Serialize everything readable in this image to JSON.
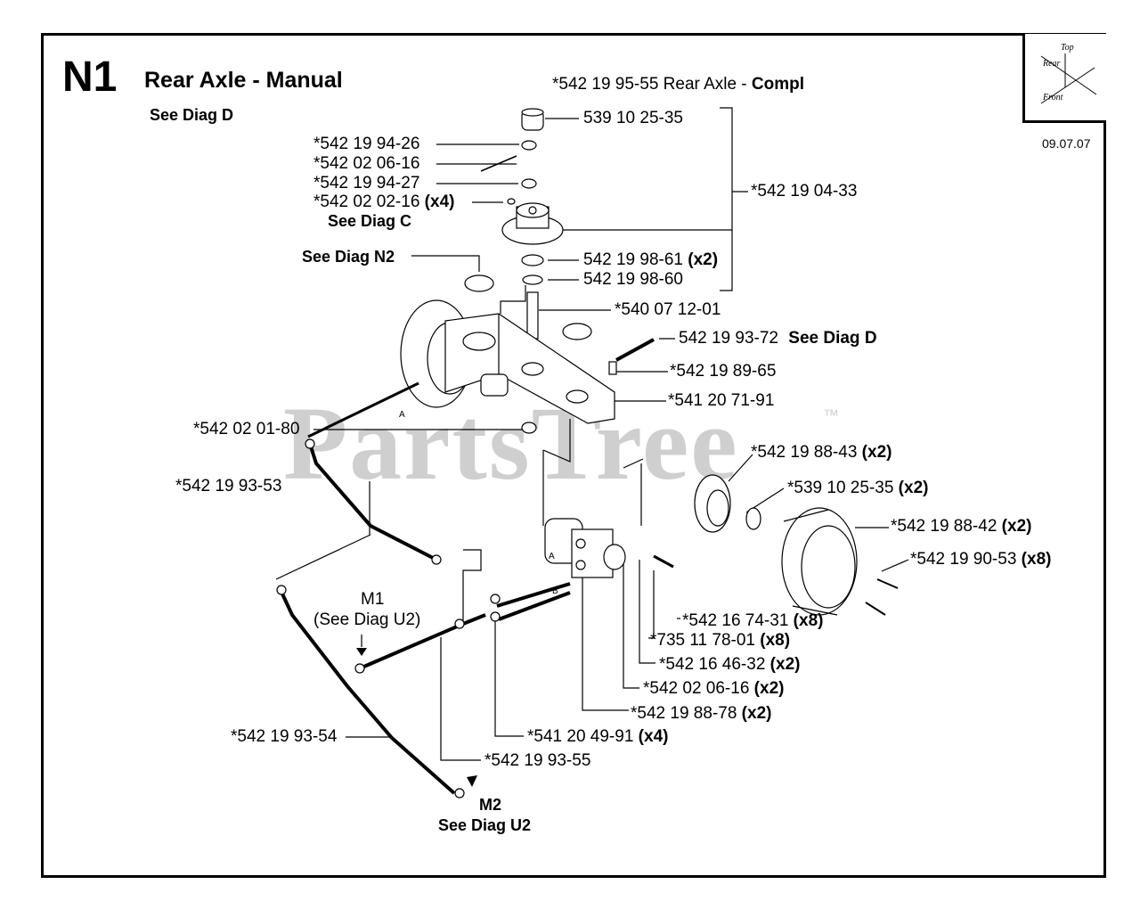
{
  "header": {
    "code": "N1",
    "title": "Rear Axle - Manual",
    "subtitle": "See Diag D",
    "assembly": "*542 19 95-55 Rear Axle - ",
    "assembly_bold": "Compl",
    "date_code": "09.07.07"
  },
  "orientation": {
    "top": "Top",
    "rear": "Rear",
    "front": "Front"
  },
  "watermark": {
    "text": "PartsTree",
    "tm": "™"
  },
  "callouts": {
    "c1": "539 10 25-35",
    "c2": "*542 19 94-26",
    "c3": "*542 02 06-16",
    "c4": "*542 19 94-27",
    "c5": "*542 02 02-16",
    "c5q": "(x4)",
    "c6": "See Diag C",
    "c7": "*542 19 04-33",
    "c8": "See Diag N2",
    "c9": "542 19 98-61",
    "c9q": "(x2)",
    "c10": "542 19 98-60",
    "c11": "*540 07 12-01",
    "c12": "542 19 93-72",
    "c12n": "See Diag D",
    "c13": "*542 19 89-65",
    "c14": "*541 20 71-91",
    "c15": "*542 02 01-80",
    "c16": "*542 19 88-43",
    "c16q": "(x2)",
    "c17": "*542 19 93-53",
    "c18": "*539 10 25-35",
    "c18q": "(x2)",
    "c19": "*542 19 88-42",
    "c19q": "(x2)",
    "c20": "*542 19 90-53",
    "c20q": "(x8)",
    "c21": "M1",
    "c22": "(See Diag U2)",
    "c23": "*542 16 74-31",
    "c23q": "(x8)",
    "c24": "*735 11 78-01",
    "c24q": "(x8)",
    "c25": "*542 16 46-32",
    "c25q": "(x2)",
    "c26": "*542 02 06-16",
    "c26q": "(x2)",
    "c27": "*542 19 88-78",
    "c27q": "(x2)",
    "c28": "*541 20 49-91",
    "c28q": "(x4)",
    "c29": "*542 19 93-54",
    "c30": "*542 19 93-55",
    "c31": "M2",
    "c32": "See Diag U2"
  }
}
